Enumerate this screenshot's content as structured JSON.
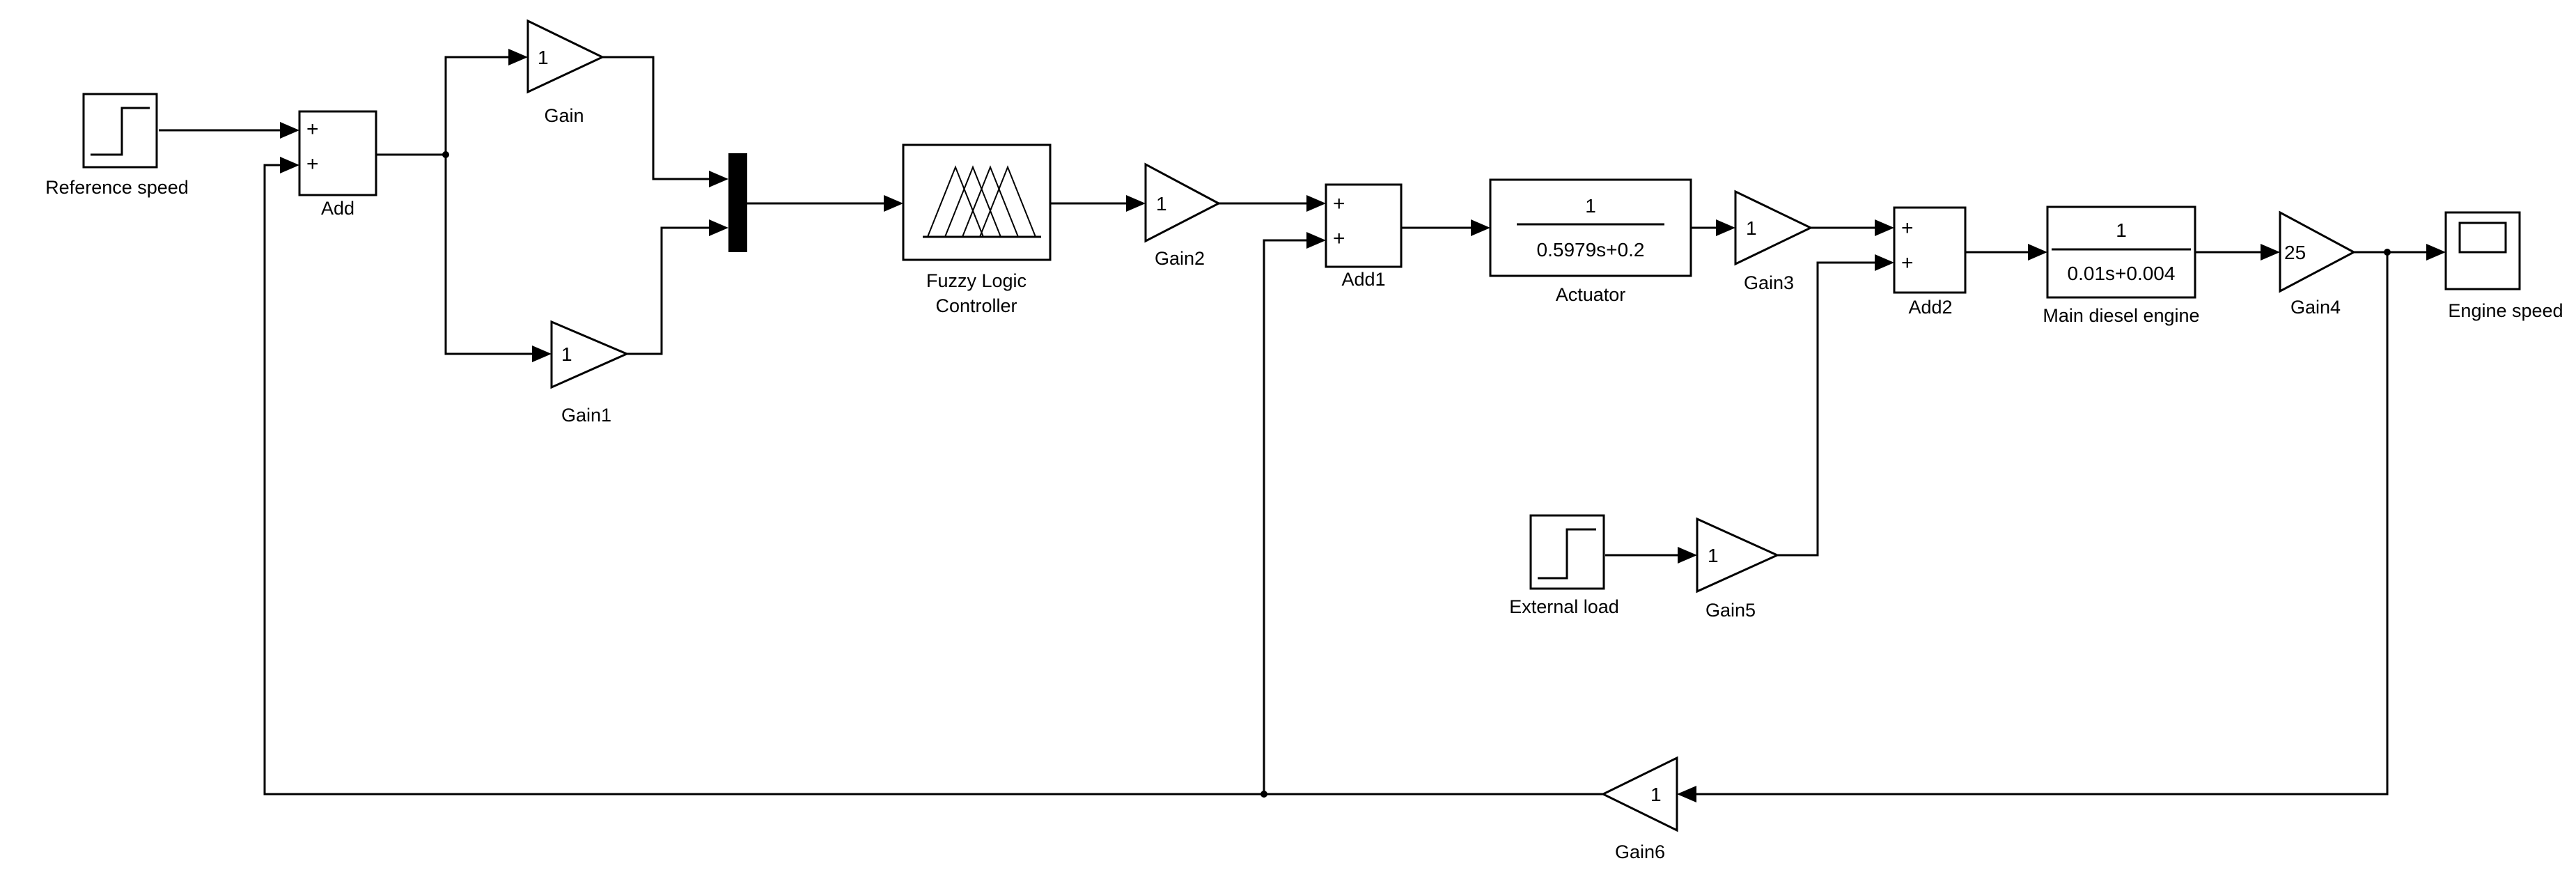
{
  "blocks": {
    "reference_speed": {
      "label": "Reference speed"
    },
    "add": {
      "label": "Add",
      "signs": [
        "+",
        "+"
      ]
    },
    "gain": {
      "label": "Gain",
      "value": "1"
    },
    "gain1": {
      "label": "Gain1",
      "value": "1"
    },
    "fuzzy": {
      "label_line1": "Fuzzy Logic",
      "label_line2": "Controller"
    },
    "gain2": {
      "label": "Gain2",
      "value": "1"
    },
    "add1": {
      "label": "Add1",
      "signs": [
        "+",
        "+"
      ]
    },
    "actuator": {
      "label": "Actuator",
      "numerator": "1",
      "denominator": "0.5979s+0.2"
    },
    "gain3": {
      "label": "Gain3",
      "value": "1"
    },
    "add2": {
      "label": "Add2",
      "signs": [
        "+",
        "+"
      ]
    },
    "engine": {
      "label": "Main diesel engine",
      "numerator": "1",
      "denominator": "0.01s+0.004"
    },
    "gain4": {
      "label": "Gain4",
      "value": "25"
    },
    "scope": {
      "label": "Engine speed"
    },
    "external_load": {
      "label": "External load"
    },
    "gain5": {
      "label": "Gain5",
      "value": "1"
    },
    "gain6": {
      "label": "Gain6",
      "value": "1"
    }
  }
}
